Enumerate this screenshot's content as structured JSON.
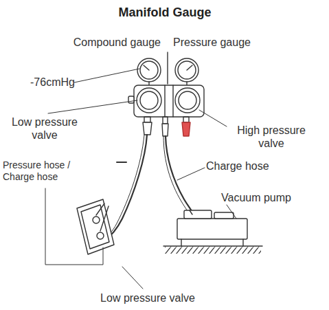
{
  "diagram": {
    "title": "Manifold Gauge",
    "labels": [
      "Compound gauge",
      "Pressure gauge",
      "-76cmHg",
      "Low pressure valve",
      "High pressure valve",
      "Pressure hose / Charge hose",
      "Charge hose",
      "Vacuum pump",
      "Low pressure valve"
    ]
  }
}
